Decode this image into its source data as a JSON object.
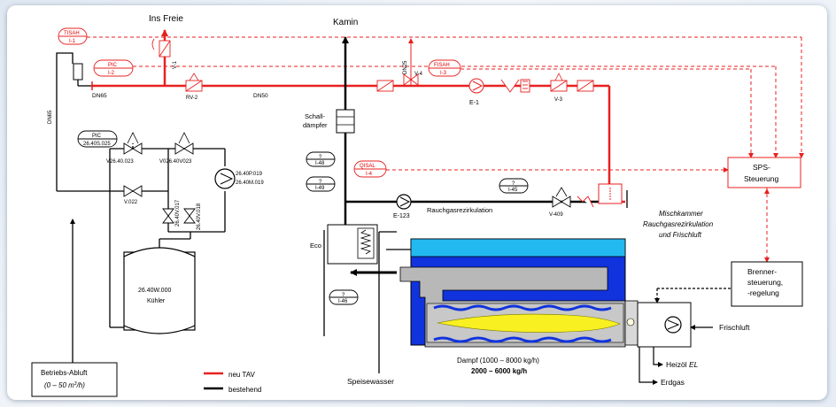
{
  "colors": {
    "new_line": "#e82020",
    "existing_line": "#000000",
    "boiler_blue": "#1133dd",
    "boiler_cyan": "#22b8f0",
    "flame": "#f8f020",
    "flue_grey": "#b8b8b8"
  },
  "labels": {
    "ins_freie": "Ins Freie",
    "kamin": "Kamin",
    "dn65": "DN65",
    "dn50": "DN50",
    "dn25": "DN25",
    "dn65_vertical": "DN65",
    "schalldaempfer_1": "Schall-",
    "schalldaempfer_2": "dämpfer",
    "rauchgas": "Rauchgasrezirkulation",
    "eco": "Eco",
    "mischkammer_1": "Mischkammer",
    "mischkammer_2": "Rauchgasrezirkulation",
    "mischkammer_3": "und Frischluft",
    "sps_1": "SPS-",
    "sps_2": "Steuerung",
    "brenner_1": "Brenner-",
    "brenner_2": "steuerung,",
    "brenner_3": "-regelung",
    "frischluft": "Frischluft",
    "heizoel": "Heizöl",
    "heizoel_el": "EL",
    "erdgas": "Erdgas",
    "dampf_1": "Dampf  (1000 – 8000 kg/h)",
    "dampf_2": "2000 – 6000 kg/h",
    "speisewasser": "Speisewasser",
    "betriebs_1": "Betriebs-Abluft",
    "betriebs_2a": "(0 – 50 m",
    "betriebs_2b": "3",
    "betriebs_2c": "/h)",
    "kuehler_1": "26.40W.000",
    "kuehler_2": "Kühler",
    "legend_new": "neu TAV",
    "legend_existing": "bestehend"
  },
  "instruments": {
    "tisah": {
      "top": "TISAH",
      "bottom": "I-1"
    },
    "pic_i2": {
      "top": "PIC",
      "bottom": "I-2"
    },
    "pic_25": {
      "top": "PIC",
      "bottom": "26.40S.025"
    },
    "fisah": {
      "top": "FISAH",
      "bottom": "I-3"
    },
    "qisal": {
      "top": "QISAL",
      "bottom": "I-4"
    },
    "i48": {
      "top": "?",
      "bottom": "I-48"
    },
    "i49": {
      "top": "?",
      "bottom": "I-49"
    },
    "i45": {
      "top": "?",
      "bottom": "I-45"
    },
    "i46": {
      "top": "?",
      "bottom": "I-46"
    }
  },
  "tags": {
    "v1": "V-1",
    "rv2": "RV-2",
    "v4": "V-4",
    "e1": "E-1",
    "v3": "V-3",
    "e123": "E-123",
    "v409": "V-409",
    "v26_023": "V26.40.023",
    "v026_023": "V026.40V023",
    "p019": "26.40P.019",
    "m019": "26.40M.019",
    "v022": "V.022",
    "v017": "26.40V.017",
    "v018": "26.40V.018"
  }
}
